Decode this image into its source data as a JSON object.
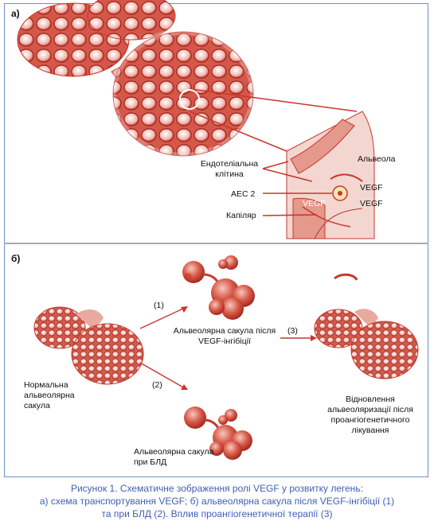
{
  "panel_a": {
    "label": "а)",
    "labels": {
      "endothelial_cell": "Ендотеліальна клітина",
      "aec2": "АЕС 2",
      "capillary": "Капіляр",
      "alveola": "Альвеола",
      "vegf_1": "VEGF",
      "vegf_2": "VEGF",
      "vegf_3": "VEGF"
    }
  },
  "panel_b": {
    "label": "б)",
    "arrows": {
      "one": "(1)",
      "two": "(2)",
      "three": "(3)"
    },
    "normal": "Нормальна альвеолярна сакула",
    "after_inhibition": "Альвеолярна сакула після VEGF-інгібіції",
    "bld": "Альвеолярна сакула при БЛД",
    "restoration": "Відновлення альвеоляризації після проангіогенетичного лікування"
  },
  "caption": {
    "line1": "Рисунок 1.  Схематичне зображення ролі VEGF у розвитку легень:",
    "line2": "а) схема транспортування VEGF; б) альвеолярна сакула після VEGF-інгібіції (1)",
    "line3": "та при БЛД (2). Вплив проангіогенетичної терапії (3)"
  },
  "colors": {
    "accent": "#c8372d",
    "frame": "#6c8fc8",
    "caption": "#3f5fb3"
  }
}
